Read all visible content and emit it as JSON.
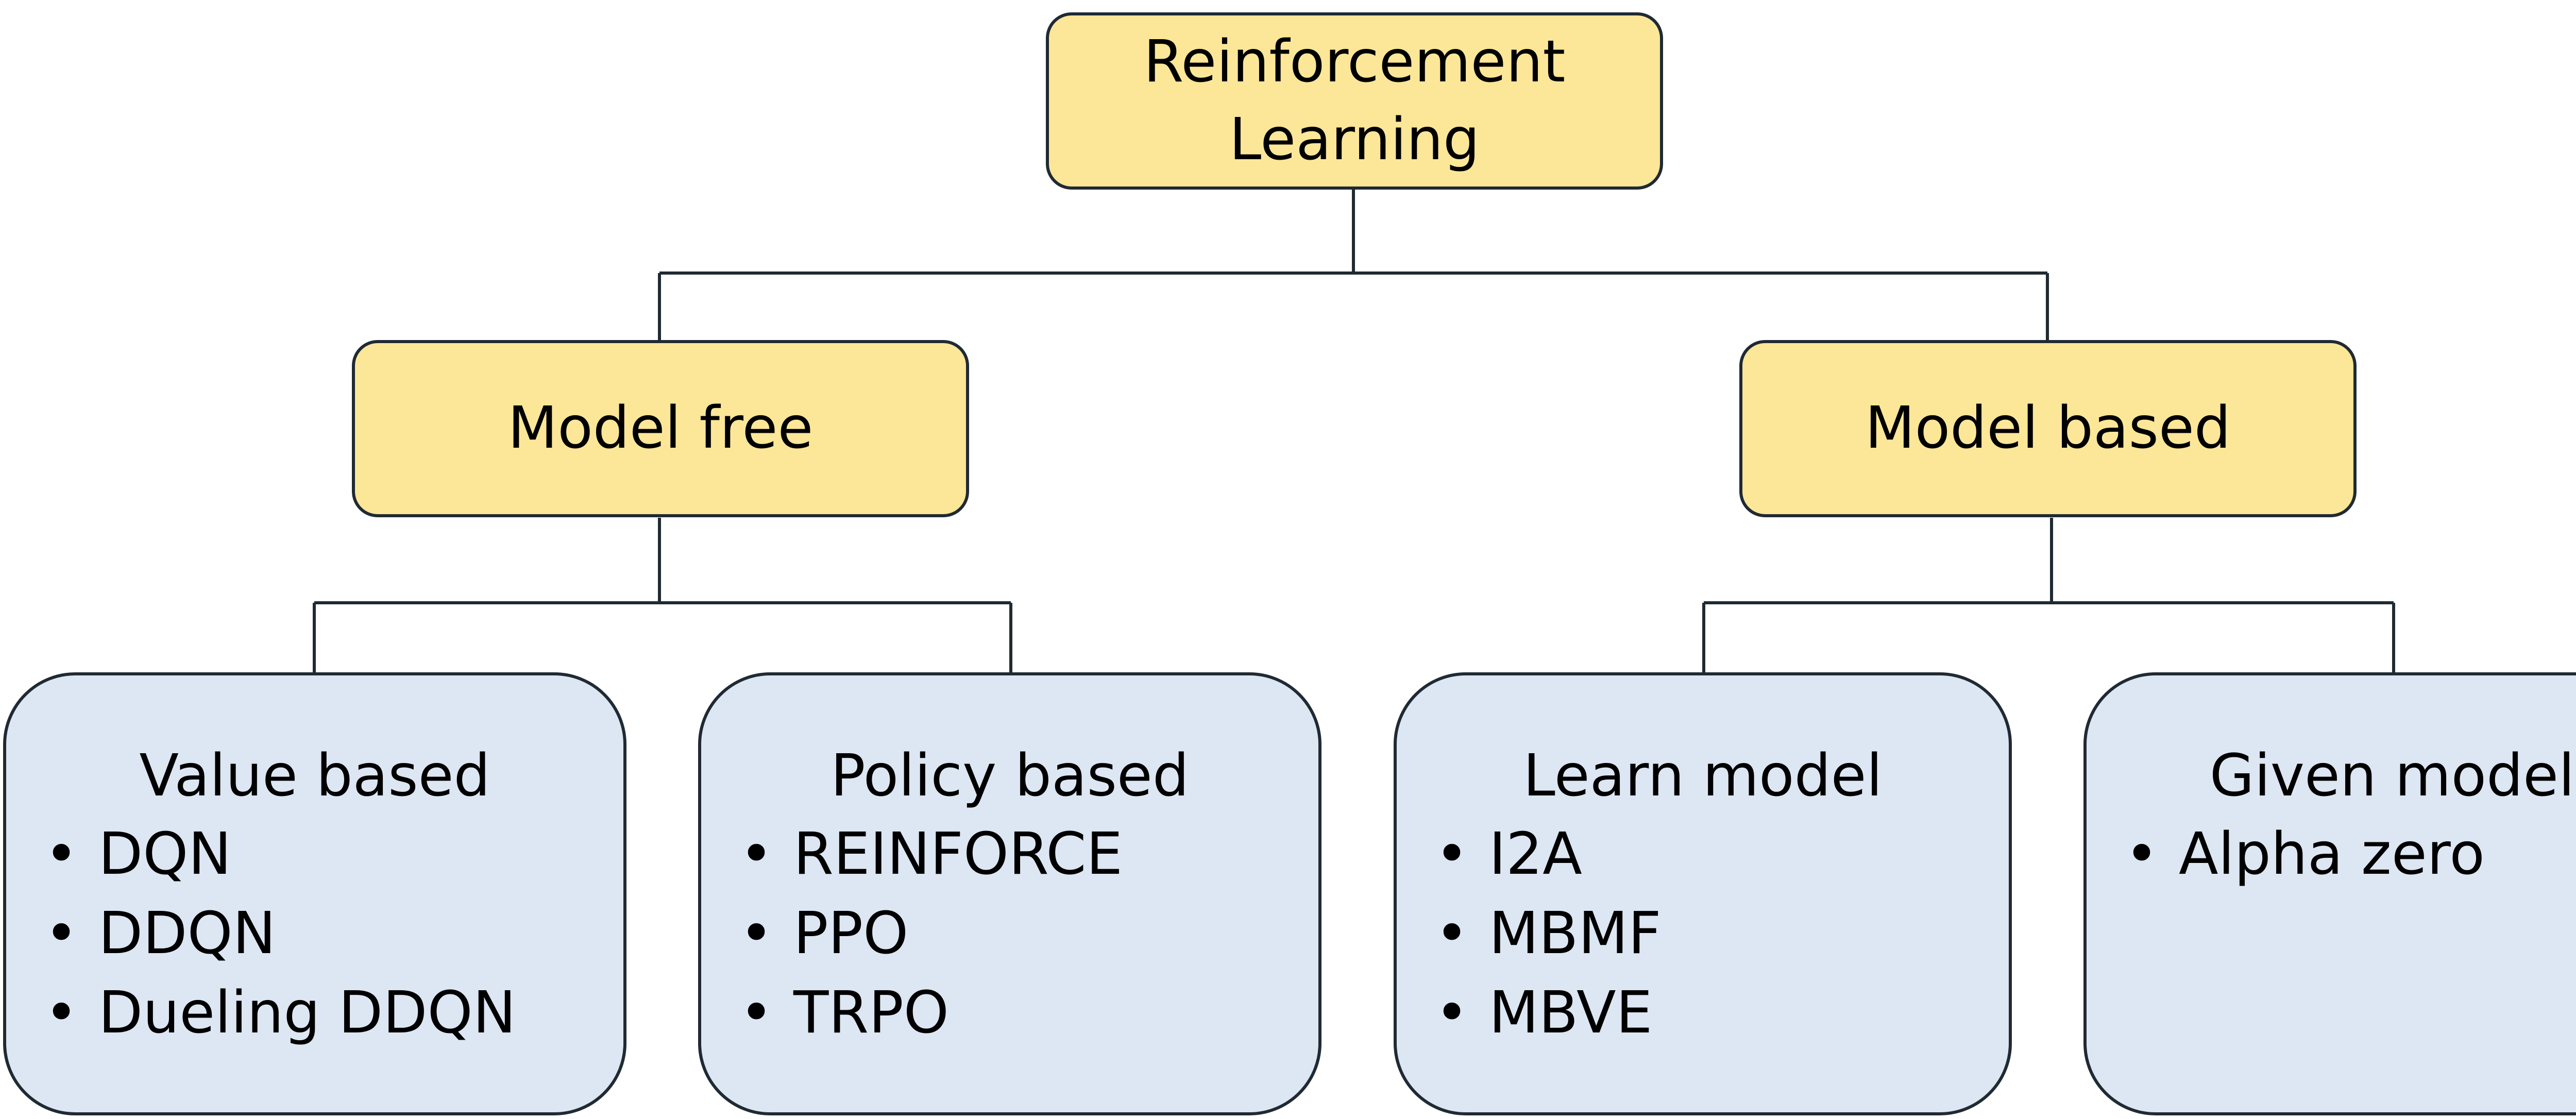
{
  "root": {
    "line1": "Reinforcement",
    "line2": "Learning"
  },
  "level1": {
    "model_free": "Model free",
    "model_based": "Model based"
  },
  "groups": [
    {
      "title": "Value based",
      "items": [
        "DQN",
        "DDQN",
        "Dueling DDQN"
      ]
    },
    {
      "title": "Policy based",
      "items": [
        "REINFORCE",
        "PPO",
        "TRPO"
      ]
    },
    {
      "title": "Learn model",
      "items": [
        "I2A",
        "MBMF",
        "MBVE"
      ]
    },
    {
      "title": "Given model",
      "items": [
        "Alpha zero"
      ]
    }
  ],
  "colors": {
    "category_fill": "#fce698",
    "group_fill": "#dde6f3",
    "outline": "#1f2a33"
  }
}
